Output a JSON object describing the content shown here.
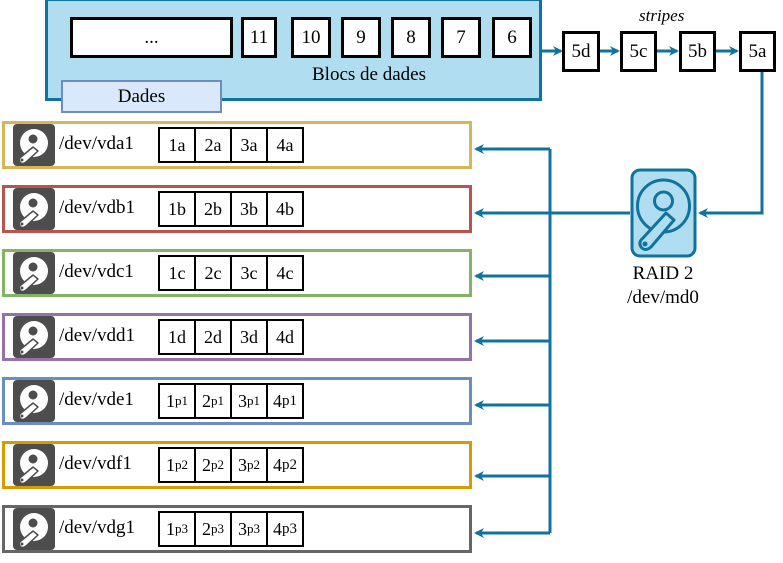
{
  "data_panel": {
    "blocks": [
      "...",
      "11",
      "10",
      "9",
      "8",
      "7",
      "6"
    ],
    "caption": "Blocs de dades",
    "tab_label": "Dades"
  },
  "stripes": {
    "label": "stripes",
    "blocks": [
      "5d",
      "5c",
      "5b",
      "5a"
    ]
  },
  "raid": {
    "icon": "hard-disk-icon",
    "title": "RAID 2",
    "device": "/dev/md0",
    "color": "#10739e",
    "fill": "#b1ddf0"
  },
  "disks": [
    {
      "device": "/dev/vda1",
      "border": "#d6b656",
      "cells": [
        [
          "1",
          "a"
        ],
        [
          "2",
          "a"
        ],
        [
          "3",
          "a"
        ],
        [
          "4",
          "a"
        ]
      ],
      "subscript": false
    },
    {
      "device": "/dev/vdb1",
      "border": "#b85450",
      "cells": [
        [
          "1",
          "b"
        ],
        [
          "2",
          "b"
        ],
        [
          "3",
          "b"
        ],
        [
          "4",
          "b"
        ]
      ],
      "subscript": false
    },
    {
      "device": "/dev/vdc1",
      "border": "#82b366",
      "cells": [
        [
          "1",
          "c"
        ],
        [
          "2",
          "c"
        ],
        [
          "3",
          "c"
        ],
        [
          "4",
          "c"
        ]
      ],
      "subscript": false
    },
    {
      "device": "/dev/vdd1",
      "border": "#9673a6",
      "cells": [
        [
          "1",
          "d"
        ],
        [
          "2",
          "d"
        ],
        [
          "3",
          "d"
        ],
        [
          "4",
          "d"
        ]
      ],
      "subscript": false
    },
    {
      "device": "/dev/vde1",
      "border": "#6c8ebf",
      "cells": [
        [
          "1",
          "p1"
        ],
        [
          "2",
          "p1"
        ],
        [
          "3",
          "p1"
        ],
        [
          "4",
          "p1"
        ]
      ],
      "subscript": true
    },
    {
      "device": "/dev/vdf1",
      "border": "#d79b00",
      "cells": [
        [
          "1",
          "p2"
        ],
        [
          "2",
          "p2"
        ],
        [
          "3",
          "p2"
        ],
        [
          "4",
          "p2"
        ]
      ],
      "subscript": true
    },
    {
      "device": "/dev/vdg1",
      "border": "#666666",
      "cells": [
        [
          "1",
          "p3"
        ],
        [
          "2",
          "p3"
        ],
        [
          "3",
          "p3"
        ],
        [
          "4",
          "p3"
        ]
      ],
      "subscript": true
    }
  ]
}
